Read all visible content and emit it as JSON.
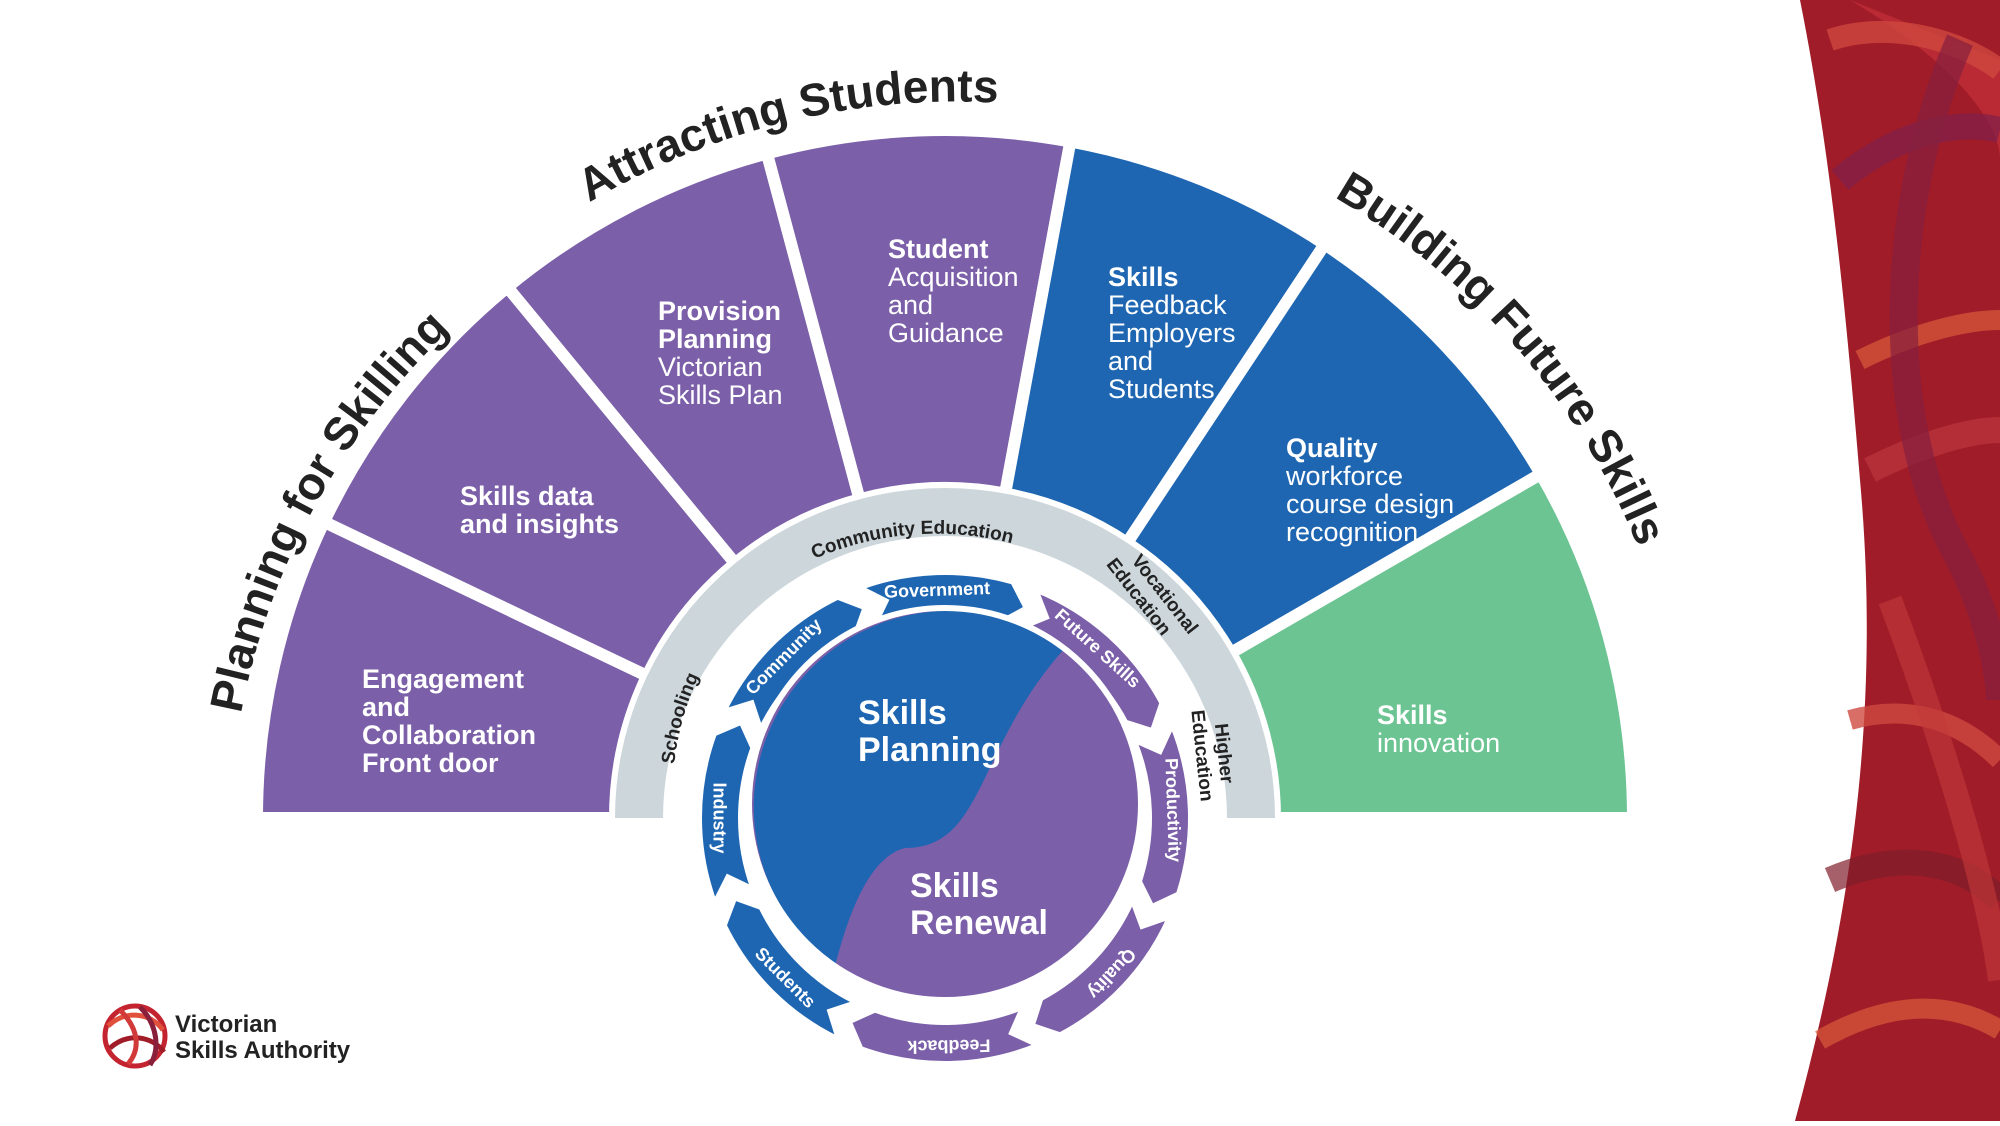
{
  "headings": {
    "planning": "Planning for Skilling",
    "attracting": "Attracting Students",
    "building": "Building Future Skills"
  },
  "segments": [
    {
      "bold": [
        "Engagement",
        "and",
        "Collaboration",
        "Front door"
      ],
      "regular": [],
      "color": "#7b5fa8"
    },
    {
      "bold": [
        "Skills data",
        "and insights"
      ],
      "regular": [],
      "color": "#7b5fa8"
    },
    {
      "bold": [
        "Provision",
        "Planning"
      ],
      "regular": [
        "Victorian",
        "Skills Plan"
      ],
      "color": "#7b5fa8"
    },
    {
      "bold": [
        "Student"
      ],
      "regular": [
        "Acquisition",
        "and",
        "Guidance"
      ],
      "color": "#7b5fa8"
    },
    {
      "bold": [
        "Skills"
      ],
      "regular": [
        "Feedback",
        "Employers",
        "and",
        "Students"
      ],
      "color": "#1e66b2"
    },
    {
      "bold": [
        "Quality"
      ],
      "regular": [
        "workforce",
        "course design",
        "recognition"
      ],
      "color": "#1e66b2"
    },
    {
      "bold": [
        "Skills"
      ],
      "regular": [
        "innovation"
      ],
      "color": "#6dc493"
    }
  ],
  "education_ring": {
    "schooling": "Schooling",
    "community_education": "Community Education",
    "vocational": [
      "Vocational",
      "Education"
    ],
    "higher": [
      "Higher",
      "Education"
    ],
    "color": "#ccd6db"
  },
  "cycle": [
    {
      "label": "Government",
      "color": "#1e66b2"
    },
    {
      "label": "Future Skills",
      "color": "#7b5fa8"
    },
    {
      "label": "Productivity",
      "color": "#7b5fa8"
    },
    {
      "label": "Quality",
      "color": "#7b5fa8"
    },
    {
      "label": "Feedback",
      "color": "#7b5fa8"
    },
    {
      "label": "Students",
      "color": "#1e66b2"
    },
    {
      "label": "Industry",
      "color": "#1e66b2"
    },
    {
      "label": "Community",
      "color": "#1e66b2"
    }
  ],
  "center": {
    "top": [
      "Skills",
      "Planning"
    ],
    "bottom": [
      "Skills",
      "Renewal"
    ]
  },
  "logo": {
    "line1": "Victorian",
    "line2": "Skills Authority"
  },
  "colors": {
    "purple": "#7b5fa8",
    "blue": "#1e66b2",
    "green": "#6dc493",
    "grey_ring": "#ccd6db",
    "red_band": "#9e1b26"
  }
}
